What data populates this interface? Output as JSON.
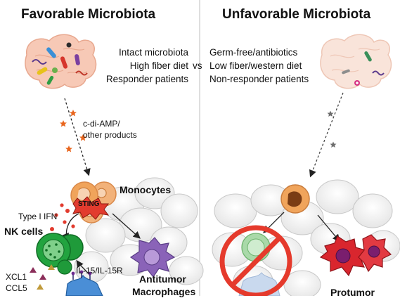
{
  "headings": {
    "left": "Favorable Microbiota",
    "right": "Unfavorable Microbiota"
  },
  "conditions": {
    "favorable": [
      "Intact microbiota",
      "High fiber diet",
      "Responder patients"
    ],
    "versus": "vs",
    "unfavorable": [
      "Germ-free/antibiotics",
      "Low fiber/western diet",
      "Non-responder patients"
    ]
  },
  "labels": {
    "products_line1": "c-di-AMP/",
    "products_line2": "other products",
    "sting": "STING",
    "monocytes": "Monocytes",
    "type_i_ifn": "Type I IFN",
    "nk_cells": "NK cells",
    "il15": "IL-15/IL-15R",
    "antitumor_line1": "Antitumor",
    "antitumor_line2": "Macrophages",
    "xcl1": "XCL1",
    "ccl5": "CCL5",
    "protumor": "Protumor"
  },
  "colors": {
    "gut": "#f7c9b6",
    "gut_faded": "#f9e4da",
    "monocyte": "#f0a45b",
    "nk_cell": "#1f9a3a",
    "nk_cell_faded": "#a9d9a9",
    "sting_red": "#e23b2e",
    "macrophage_purple": "#8a63b8",
    "tumor_red": "#d9262e",
    "prohibit_red": "#e53a2c",
    "star_orange": "#e8651d",
    "star_gray": "#6d6d6d"
  },
  "icons": {
    "prohibit": "prohibit-icon",
    "star": "star-icon"
  }
}
